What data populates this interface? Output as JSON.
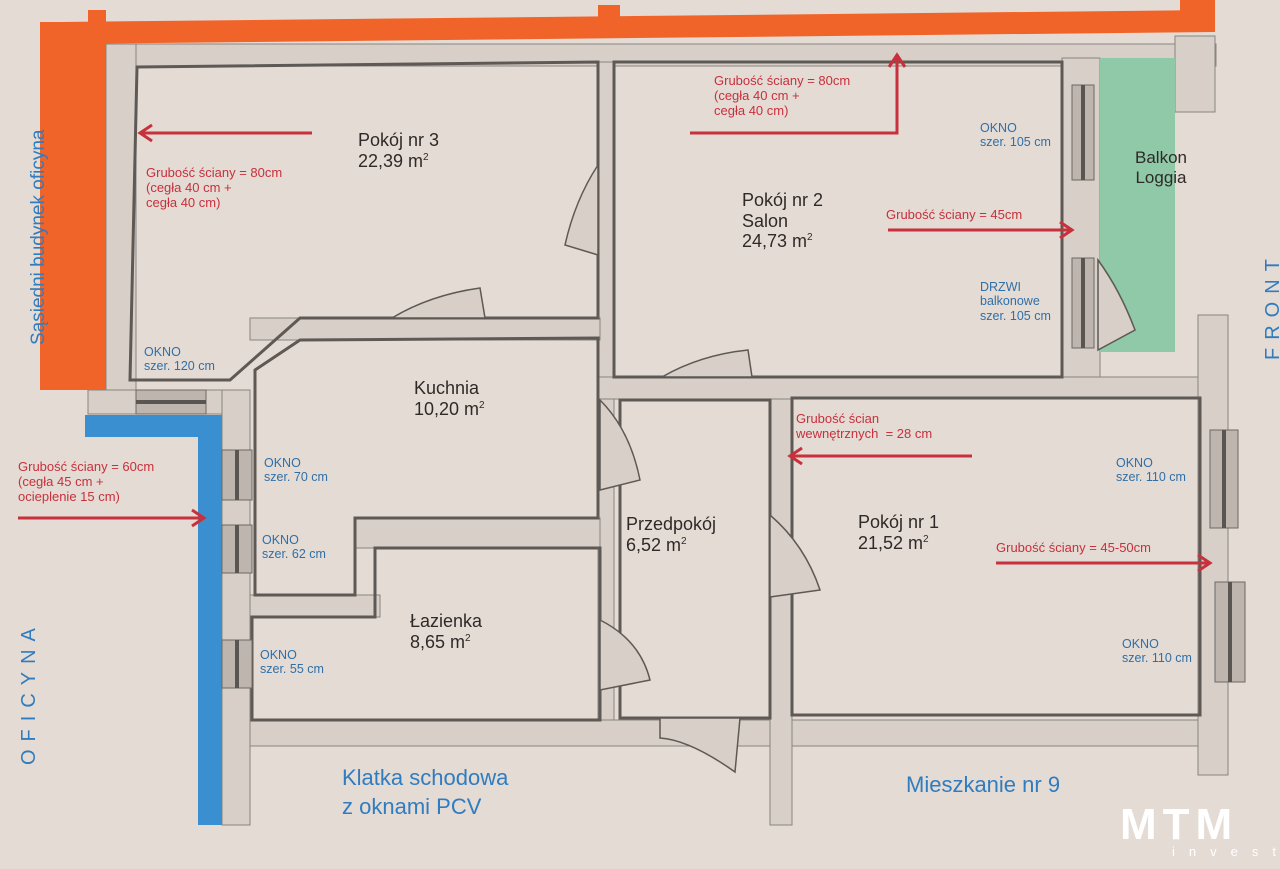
{
  "rooms": [
    {
      "name": "Pokój nr 3",
      "area": "22,39 m",
      "unit_sup": "2"
    },
    {
      "name": "Pokój nr 2\nSalon",
      "area": "24,73 m",
      "unit_sup": "2"
    },
    {
      "name": "Kuchnia",
      "area": "10,20 m",
      "unit_sup": "2"
    },
    {
      "name": "Łazienka",
      "area": "8,65 m",
      "unit_sup": "2"
    },
    {
      "name": "Przedpokój",
      "area": "6,52 m",
      "unit_sup": "2"
    },
    {
      "name": "Pokój nr 1",
      "area": "21,52 m",
      "unit_sup": "2"
    },
    {
      "name": "Balkon\nLoggia"
    }
  ],
  "wall_notes": [
    "Grubość ściany = 80cm\n(cegła 40 cm +\ncegła 40 cm)",
    "Grubość ściany = 80cm\n(cegła 40 cm +\ncegła 40 cm)",
    "Grubość ściany = 45cm",
    "Grubość ścian\nwewnętrznych  = 28 cm",
    "Grubość ściany = 45-50cm",
    "Grubość ściany = 60cm\n(cegła 45 cm +\nocieplenie 15 cm)"
  ],
  "windows": [
    "OKNO\nszer. 120 cm",
    "OKNO\nszer. 105 cm",
    "DRZWI\nbalkonowe\nszer. 105 cm",
    "OKNO\nszer. 70 cm",
    "OKNO\nszer. 62 cm",
    "OKNO\nszer. 55 cm",
    "OKNO\nszer. 110 cm",
    "OKNO\nszer. 110 cm"
  ],
  "surroundings": {
    "left_building": "Sąsiedni budynek oficyna",
    "oficyna": "OFICYNA",
    "front": "FRONT",
    "stairs": "Klatka schodowa\nz oknami PCV",
    "neighbor": "Mieszkanie nr 9"
  },
  "logo": {
    "name": "MTM",
    "sub": "invest"
  },
  "colors": {
    "external_wall": "#f0642a",
    "insulated_wall": "#3a8fd0",
    "balcony": "#8fc9a8",
    "note": "#c8303c"
  }
}
